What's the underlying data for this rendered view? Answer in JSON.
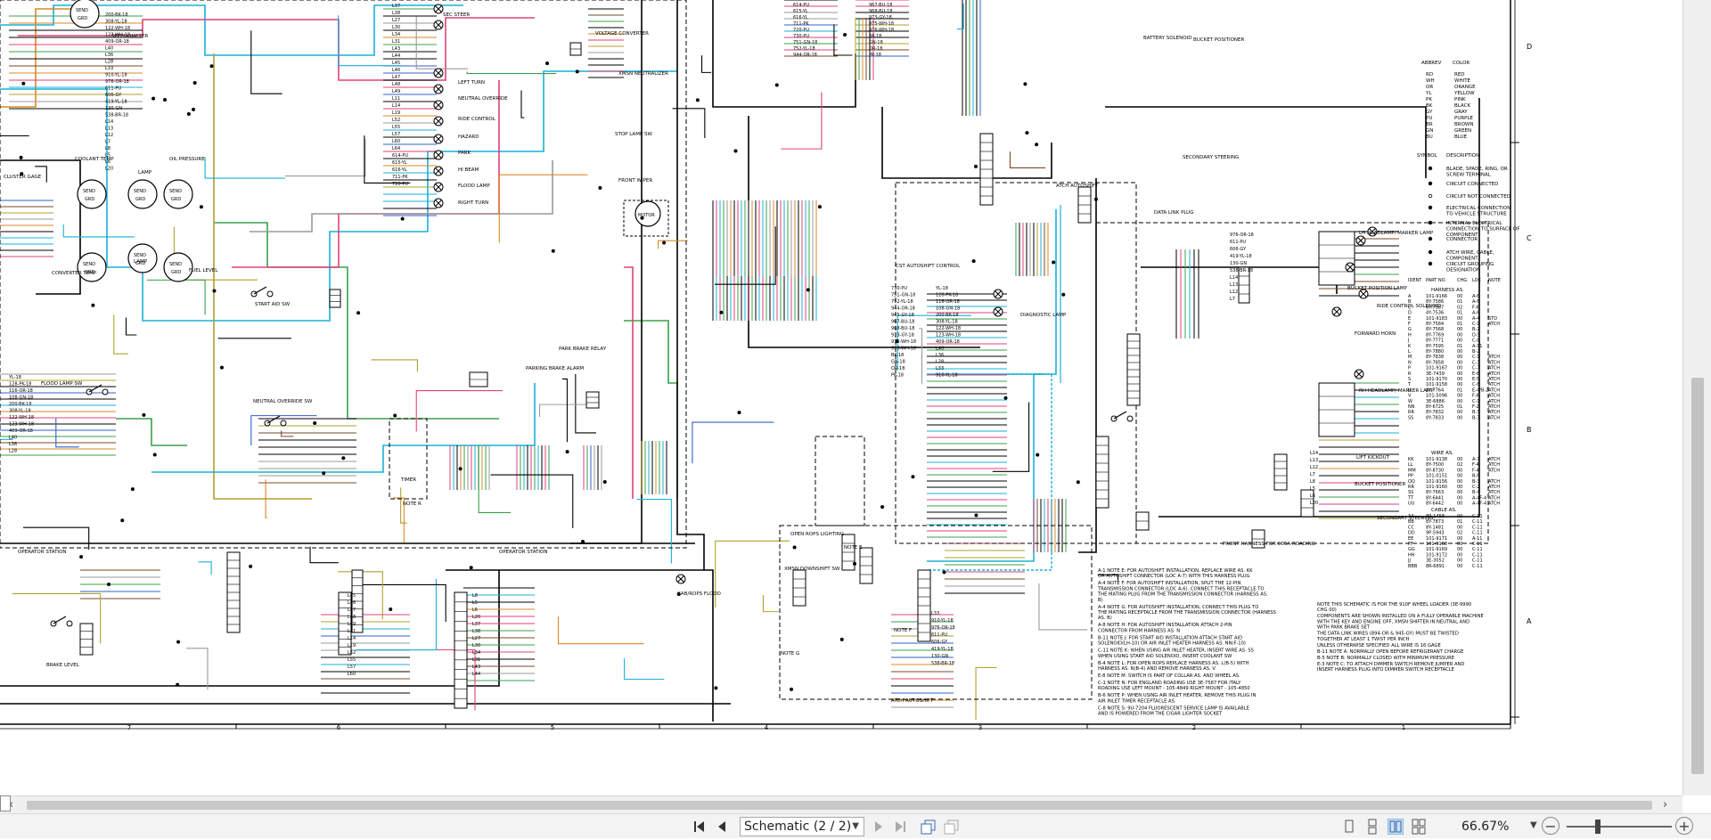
{
  "viewer": {
    "page_selector": "Schematic (2 / 2)",
    "zoom": "66.67%"
  },
  "schematic": {
    "zone_letters": [
      "D",
      "C",
      "B",
      "A"
    ],
    "column_numbers": [
      "7",
      "6",
      "5",
      "4",
      "3",
      "2",
      "1"
    ],
    "labels": {
      "speedometer": "SPEEDOMETER",
      "cluster_gage": "CLUSTER GAGE",
      "coolant_temp": "COOLANT TEMP",
      "oil_pressure": "OIL PRESSURE",
      "converter_temp": "CONVERTER TEMP",
      "fuel_level": "FUEL LEVEL",
      "lamp": "LAMP",
      "start_aid_sw": "START AID SW",
      "flood_lamp_sw": "FLOOD LAMP SW",
      "neutral_override_sw": "NEUTRAL OVERRIDE SW",
      "operator_station": "OPERATOR STATION",
      "brake_level": "BRAKE LEVEL",
      "left_turn": "LEFT TURN",
      "neutral_override": "NEUTRAL OVERRIDE",
      "ride_control": "RIDE CONTROL",
      "hazard": "HAZARD",
      "park": "PARK",
      "hi_beam": "HI BEAM",
      "flood_lamp": "FLOOD LAMP",
      "right_turn": "RIGHT TURN",
      "sec_steer": "SEC STEER",
      "voltage_converter": "VOLTAGE CONVERTER",
      "xmsn_neutralizer": "XMSN NEUTRALIZER",
      "stop_lamp_sw": "STOP LAMP SW",
      "front_wiper": "FRONT WIPER",
      "park_brake_relay": "PARK BRAKE RELAY",
      "park_brake_alarm": "PARKING BRAKE ALARM",
      "timer": "TIMER",
      "cab_rops_flood": "CAB/ROPS FLOOD",
      "atch_autoshift": "ATCH AUTOSHIFT",
      "cst_autoshift_control": "CST AUTOSHIFT CONTROL",
      "diagnostic_lamp": "DIAGNOSTIC LAMP",
      "data_link_plug": "DATA LINK PLUG",
      "xmsn_downshift_sw": "XMSN DOWNSHIFT SW",
      "open_rops_lighting": "OPEN ROPS LIGHTING",
      "battery_solenoid": "BATTERY SOLENOID",
      "bucket_positioner": "BUCKET POSITIONER",
      "secondary_steering": "SECONDARY STEERING",
      "lh_headlamp": "LH HEADLAMP/ MARKER LAMP",
      "rh_headlamp": "RH HEADLAMP/ MARKER LAMP",
      "bucket_position_lamp": "BUCKET POSITION LAMP",
      "ride_control_sol": "RIDE CONTROL SOLENOID",
      "forward_horn": "FORWARD HORN",
      "lift_kickout": "LIFT KICKOUT",
      "front_harness": "FRONT HARNESS FOR C05A ROADING",
      "note_r": "NOTE R",
      "note_e": "NOTE E",
      "note_f": "NOTE F",
      "note_g": "NOTE G"
    },
    "color_legend": {
      "header_abbrev": "ABBREV",
      "header_color": "COLOR",
      "rows": [
        [
          "RD",
          "RED"
        ],
        [
          "WH",
          "WHITE"
        ],
        [
          "OR",
          "ORANGE"
        ],
        [
          "YL",
          "YELLOW"
        ],
        [
          "PK",
          "PINK"
        ],
        [
          "BK",
          "BLACK"
        ],
        [
          "GY",
          "GRAY"
        ],
        [
          "PU",
          "PURPLE"
        ],
        [
          "BR",
          "BROWN"
        ],
        [
          "GN",
          "GREEN"
        ],
        [
          "BU",
          "BLUE"
        ]
      ]
    },
    "symbol_legend": {
      "header_symbol": "SYMBOL",
      "header_desc": "DESCRIPTION",
      "rows": [
        "BLADE, SPADE, RING, OR SCREW TERMINAL",
        "CIRCUIT CONNECTED",
        "CIRCUIT NOT CONNECTED",
        "ELECTRICAL CONNECTION TO VEHICLE STRUCTURE",
        "INTERNAL ELECTRICAL CONNECTION TO SURFACE OF COMPONENT",
        "CONNECTOR",
        "ATCH WIRE, CABLE, COMPONENT",
        "CIRCUIT GROUPING DESIGNATION"
      ]
    },
    "harness_table": {
      "headers": [
        "IDENT",
        "PART NO.",
        "CHG",
        "LOC",
        "NOTE"
      ],
      "harness_title": "HARNESS AS.",
      "wire_title": "WIRE AS.",
      "cable_title": "CABLE AS.",
      "rows": [
        [
          "A",
          "101-9166",
          "00",
          "A-6",
          ""
        ],
        [
          "B",
          "8Y-7586",
          "01",
          "A-6",
          ""
        ],
        [
          "C",
          "8Y-7587",
          "02",
          "F-6",
          ""
        ],
        [
          "D",
          "4Y-7536",
          "01",
          "A-6",
          ""
        ],
        [
          "E",
          "101-9183",
          "00",
          "A-4",
          "STD"
        ],
        [
          "F",
          "8Y-7584",
          "01",
          "C-1",
          "ATCH"
        ],
        [
          "G",
          "8Y-7568",
          "00",
          "B-2",
          ""
        ],
        [
          "H",
          "8Y-7769",
          "00",
          "D-5",
          ""
        ],
        [
          "J",
          "8Y-7771",
          "00",
          "C-8",
          ""
        ],
        [
          "K",
          "8Y-7595",
          "01",
          "A-11",
          ""
        ],
        [
          "L",
          "8Y-7880",
          "00",
          "B-2",
          ""
        ],
        [
          "M",
          "8Y-7838",
          "00",
          "C-1",
          "ATCH"
        ],
        [
          "N",
          "8Y-7858",
          "00",
          "C-3",
          "ATCH"
        ],
        [
          "P",
          "101-9167",
          "00",
          "C-7",
          "ATCH"
        ],
        [
          "R",
          "3E-7439",
          "00",
          "E-6",
          "ATCH"
        ],
        [
          "S",
          "101-9170",
          "00",
          "E-5",
          "ATCH"
        ],
        [
          "T",
          "101-9158",
          "00",
          "C-8",
          "ATCH"
        ],
        [
          "U",
          "8Y-7764",
          "01",
          "E-4/B-2",
          "ATCH"
        ],
        [
          "V",
          "101-5096",
          "00",
          "F-6",
          "ATCH"
        ],
        [
          "W",
          "3E-6886",
          "00",
          "C-1",
          "ATCH"
        ],
        [
          "NN",
          "8Y-6725",
          "01",
          "F-2",
          "ATCH"
        ],
        [
          "RR",
          "8Y-7832",
          "00",
          "B-3",
          "ATCH"
        ],
        [
          "SS",
          "8Y-7833",
          "00",
          "B-3",
          "ATCH"
        ]
      ],
      "wire_rows": [
        [
          "KK",
          "101-9138",
          "00",
          "A-7",
          "ATCH"
        ],
        [
          "LL",
          "8Y-7500",
          "02",
          "F-4",
          "ATCH"
        ],
        [
          "MM",
          "8Y-8730",
          "00",
          "F-4",
          "ATCH"
        ],
        [
          "PP",
          "101-0151",
          "00",
          "B-6",
          ""
        ],
        [
          "QQ",
          "101-9156",
          "00",
          "B-3",
          "ATCH"
        ],
        [
          "RR",
          "101-9160",
          "00",
          "C-2",
          "ATCH"
        ],
        [
          "SS",
          "8Y-7663",
          "00",
          "B-4",
          "ATCH"
        ],
        [
          "TT",
          "8Y-6441",
          "00",
          "A-4F-4",
          "ATCH"
        ],
        [
          "UU",
          "8Y-6442",
          "00",
          "A-4F-4",
          "ATCH"
        ]
      ],
      "cable_rows": [
        [
          "AA",
          "8R-1458",
          "00",
          "C-11",
          ""
        ],
        [
          "BB",
          "8Y-7873",
          "01",
          "C-11",
          ""
        ],
        [
          "CC",
          "8Y-1481",
          "00",
          "C-11",
          ""
        ],
        [
          "DD",
          "9P-5943",
          "02",
          "C-11",
          ""
        ],
        [
          "EE",
          "101-9171",
          "00",
          "A-11",
          ""
        ],
        [
          "FF",
          "101-9168",
          "00",
          "C-11",
          ""
        ],
        [
          "GG",
          "101-9169",
          "00",
          "C-11",
          ""
        ],
        [
          "HH",
          "101-9172",
          "00",
          "C-11",
          ""
        ],
        [
          "JJ",
          "3E-3052",
          "00",
          "C-11",
          ""
        ],
        [
          "BBB",
          "8R-6891",
          "00",
          "C-11",
          ""
        ]
      ]
    },
    "notes_left": [
      "A-1  NOTE E: FOR AUTOSHIFT INSTALLATION, REPLACE WIRE AS. KK OR AUTOSHIFT CONNECTOR (LOC A-7) WITH THIS HARNESS PLUG",
      "A-4  NOTE F: FOR AUTOSHIFT INSTALLATION, SPLIT THE 12-PIN TRANSMISSION CONNECTOR (LOC A-6). CONNECT THIS RECEPTACLE TO THE MATING PLUG FROM THE TRANSMISSION CONNECTOR (HARNESS AS. B)",
      "A-4  NOTE G: FOR AUTOSHIFT INSTALLATION, CONNECT THIS PLUG TO THE MATING RECEPTACLE FROM THE TRANSMISSION CONNECTOR (HARNESS AS. B)",
      "A-8  NOTE H: FOR AUTOSHIFT INSTALLATION ATTACH 2-PIN CONNECTOR FROM HARNESS AS. N",
      "B-11 NOTE J: FOR START AID INSTALLATION ATTACH START AID SOLENOID(LH-10) OR AIR INLET HEATER HARNESS AS. NN(F-10)",
      "C-11 NOTE K: WHEN USING AIR INLET HEATER, INSERT WIRE AS. SS WHEN USING START AID SOLENOID, INSERT COOLANT SW",
      "B-4  NOTE L: FOR OPEN ROPS REPLACE HARNESS AS. L(B-5) WITH HARNESS AS. N(B-4) AND REMOVE HARNESS AS. V",
      "E-8  NOTE M: SWITCH IS PART OF COLLAR AS. AND WHEEL AS.",
      "C-1  NOTE N: FOR ENGLAND ROADING USE 3E-7587 FOR ITALY ROADING USE LEFT MOUNT - 105-4849 RIGHT MOUNT - 105-4850",
      "B-6  NOTE P: WHEN USING AIR INLET HEATER, REMOVE THIS PLUG IN AIR INLET TIMER RECEPTACLE AS.",
      "C-8  NOTE S: 9U-7204 FLUORESCENT SERVICE LAMP IS AVAILABLE AND IS POWERED FROM THE CIGAR LIGHTER SOCKET"
    ],
    "notes_right": [
      "NOTE  THIS SCHEMATIC IS FOR THE 910F WHEEL LOADER (3E-9990 CHG 00)",
      "COMPONENTS ARE SHOWN INSTALLED ON A FULLY OPERABLE MACHINE WITH THE KEY AND ENGINE OFF, XMSN SHIFTER IN NEUTRAL AND WITH PARK BRAKE SET",
      "THE DATA LINK WIRES (894-OR & 945-GY) MUST BE TWISTED TOGETHER AT LEAST 1 TWIST PER INCH",
      "UNLESS OTHERWISE SPECIFIED ALL WIRE IS 16 GAGE",
      "B-11 NOTE A: NORMALLY OPEN BEFORE REFRIGERANT CHARGE",
      "B-5  NOTE B: NORMALLY CLOSED WITH MINIMUM PRESSURE",
      "E-3  NOTE C: TO ATTACH DIMMER SWITCH REMOVE JUMPER AND INSERT HARNESS PLUG INTO DIMMER SWITCH RECEPTACLE"
    ],
    "wire_tags": [
      "200-BK-18",
      "308-YL-18",
      "122-WH-18",
      "123-WH-18",
      "409-OR-18",
      "L40",
      "L36",
      "L28",
      "L33",
      "910-YL-18",
      "976-OR-18",
      "611-PU",
      "606-GY",
      "419-YL-18",
      "130-GN",
      "538-BR-18",
      "L14",
      "L13",
      "L12",
      "L7",
      "L8",
      "L5",
      "L6",
      "L20",
      "L37",
      "L38",
      "L27",
      "L30",
      "L34",
      "L31",
      "L43",
      "L44",
      "L45",
      "L46",
      "L47",
      "L48",
      "L49",
      "L11",
      "L14",
      "L19",
      "L52",
      "L55",
      "L57",
      "L60",
      "L64",
      "614-PU",
      "615-YL",
      "616-YL",
      "711-PK",
      "720-PU",
      "730-PU",
      "751-GN-18",
      "752-YL-18",
      "944-OR-18",
      "945-GY-18",
      "967-BU-18",
      "968-BU-18",
      "973-GY-18",
      "975-WH-18",
      "976-WH-18",
      "BK-18",
      "GN-18",
      "OR-18",
      "PK-18",
      "YL-18",
      "128-PK-18",
      "116-OR-18",
      "108-GN-18"
    ]
  }
}
